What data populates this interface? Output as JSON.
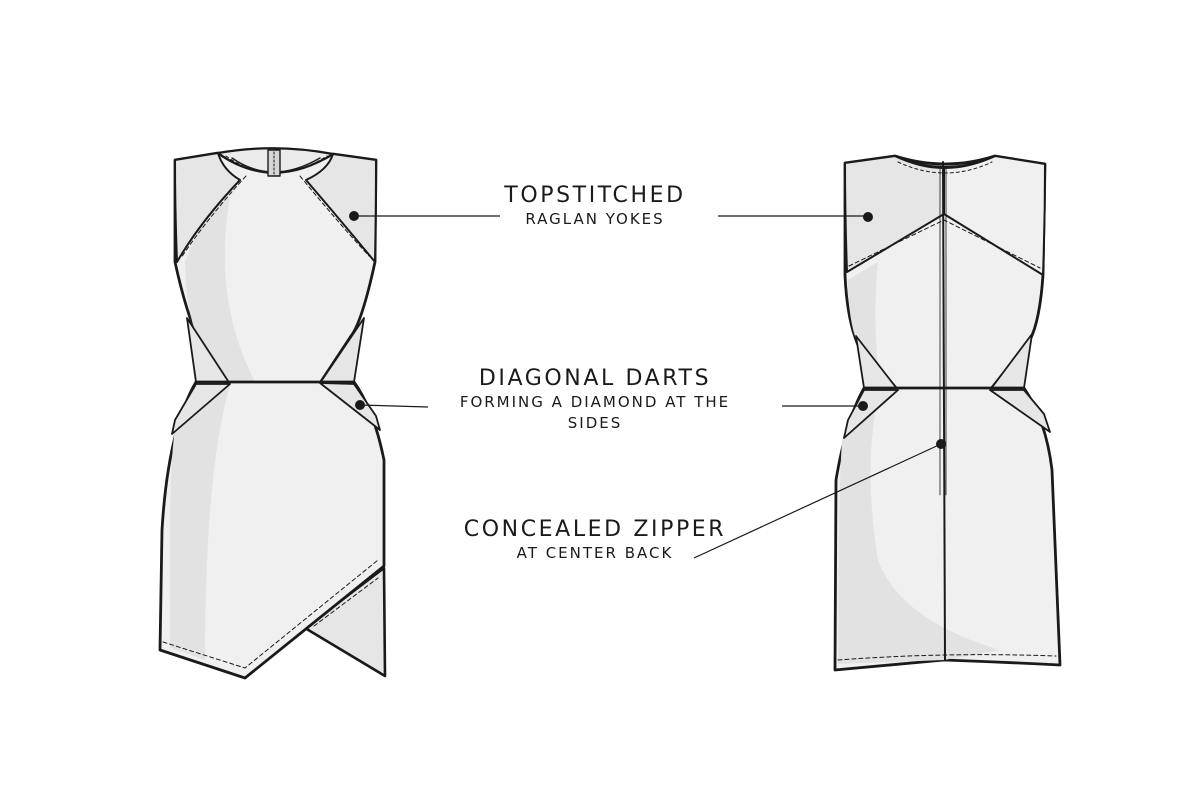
{
  "callouts": {
    "raglan": {
      "title": "TOPSTITCHED",
      "subtitle": "RAGLAN YOKES"
    },
    "darts": {
      "title": "DIAGONAL DARTS",
      "subtitle": "FORMING A DIAMOND AT THE SIDES"
    },
    "zipper": {
      "title": "CONCEALED ZIPPER",
      "subtitle": "AT CENTER BACK"
    }
  },
  "colors": {
    "outline": "#1a1a1a",
    "fabric": "#f0f0f0",
    "shadow": "#e2e2e2",
    "yoke": "#e6e6e6",
    "background": "#ffffff"
  }
}
